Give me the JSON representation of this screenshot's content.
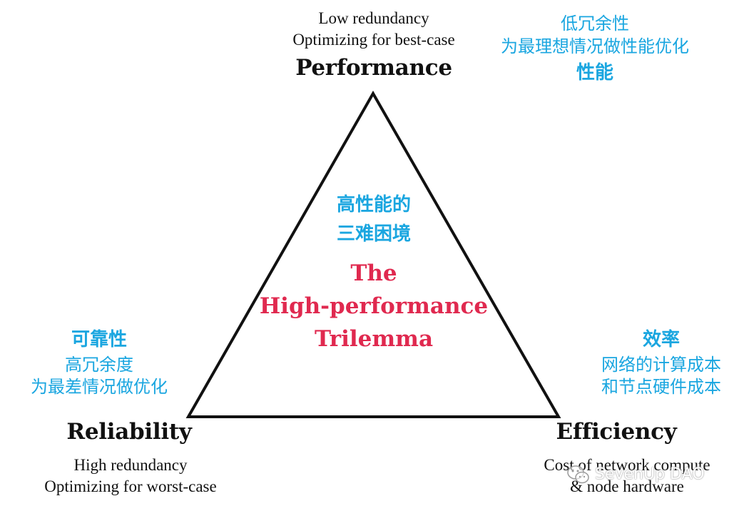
{
  "colors": {
    "chinese_text": "#1aa6e0",
    "center_title": "#e0294f",
    "english_text": "#111111",
    "triangle_stroke": "#111111"
  },
  "performance": {
    "sub_line1": "Low redundancy",
    "sub_line2": "Optimizing for best-case",
    "title": "Performance",
    "cn_line1": "低冗余性",
    "cn_line2": "为最理想情况做性能优化",
    "cn_title": "性能"
  },
  "reliability": {
    "cn_title": "可靠性",
    "cn_line1": "高冗余度",
    "cn_line2": "为最差情况做优化",
    "title": "Reliability",
    "sub_line1": "High redundancy",
    "sub_line2": "Optimizing for worst-case"
  },
  "efficiency": {
    "cn_title": "效率",
    "cn_line1": "网络的计算成本",
    "cn_line2": "和节点硬件成本",
    "title": "Efficiency",
    "sub_line1": "Cost of network compute",
    "sub_line2": "& node hardware"
  },
  "center": {
    "cn_line1": "高性能的",
    "cn_line2": "三难困境",
    "en_line1": "The",
    "en_line2": "High-performance",
    "en_line3": "Trilemma"
  },
  "watermark": {
    "text": "SevenUp DAO",
    "icon": "wechat-icon"
  }
}
